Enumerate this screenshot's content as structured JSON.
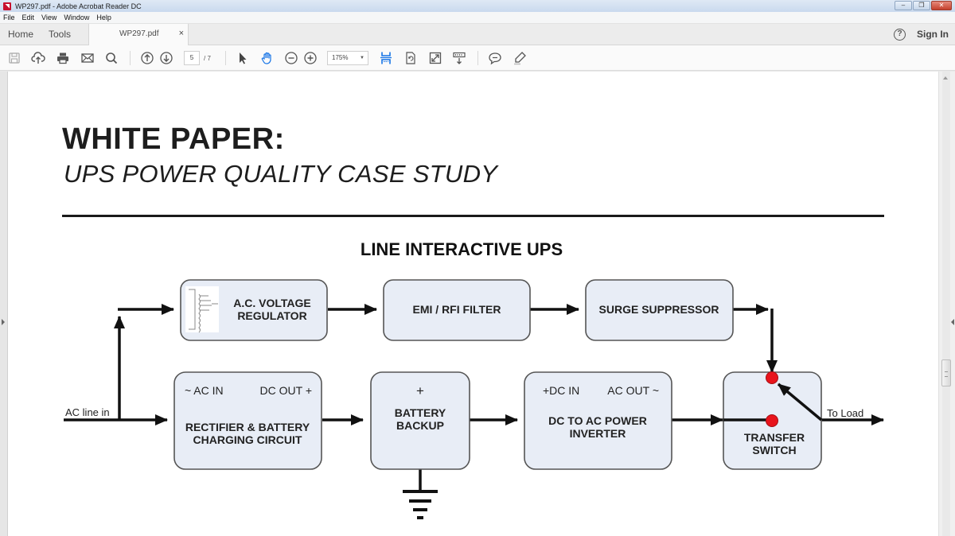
{
  "window": {
    "title": "WP297.pdf - Adobe Acrobat Reader DC",
    "controls": {
      "minimize": "–",
      "restore": "❐",
      "close": "✕"
    }
  },
  "menu": [
    "File",
    "Edit",
    "View",
    "Window",
    "Help"
  ],
  "tabs": {
    "home": "Home",
    "tools": "Tools",
    "document": "WP297.pdf",
    "close_glyph": "×",
    "help_glyph": "?",
    "sign_in": "Sign In"
  },
  "toolbar": {
    "icons": [
      "save-icon",
      "upload-cloud-icon",
      "print-icon",
      "email-icon",
      "search-icon",
      "page-up-icon",
      "page-down-icon",
      "select-arrow-icon",
      "hand-tool-icon",
      "zoom-out-icon",
      "zoom-in-icon",
      "fit-page-icon",
      "rotate-page-icon",
      "full-screen-icon",
      "scroll-mode-icon",
      "comment-icon",
      "highlight-pen-icon"
    ],
    "current_page": "5",
    "total_pages": "/ 7",
    "zoom_level": "175%",
    "zoom_caret": "▼",
    "accent_color": "#1473e6"
  },
  "document": {
    "heading": "WHITE PAPER:",
    "subheading": "UPS POWER QUALITY CASE STUDY",
    "diagram": {
      "title": "LINE INTERACTIVE UPS",
      "boxes": {
        "regulator": [
          "A.C. VOLTAGE",
          "REGULATOR"
        ],
        "emi_filter": "EMI / RFI FILTER",
        "surge": "SURGE SUPPRESSOR",
        "rectifier": {
          "port_in": "~ AC IN",
          "port_out": "DC OUT +",
          "lines": [
            "RECTIFIER & BATTERY",
            "CHARGING CIRCUIT"
          ]
        },
        "battery": {
          "port": "+",
          "lines": [
            "BATTERY",
            "BACKUP"
          ]
        },
        "inverter": {
          "port_in": "+DC IN",
          "port_out": "AC OUT ~",
          "lines": [
            "DC TO AC POWER",
            "INVERTER"
          ]
        },
        "transfer": [
          "TRANSFER",
          "SWITCH"
        ]
      },
      "labels": {
        "input": "AC line in",
        "output": "To Load"
      },
      "colors": {
        "box_fill": "#e8edf6",
        "box_stroke": "#555555",
        "switch_contact": "#e8141c"
      }
    }
  }
}
